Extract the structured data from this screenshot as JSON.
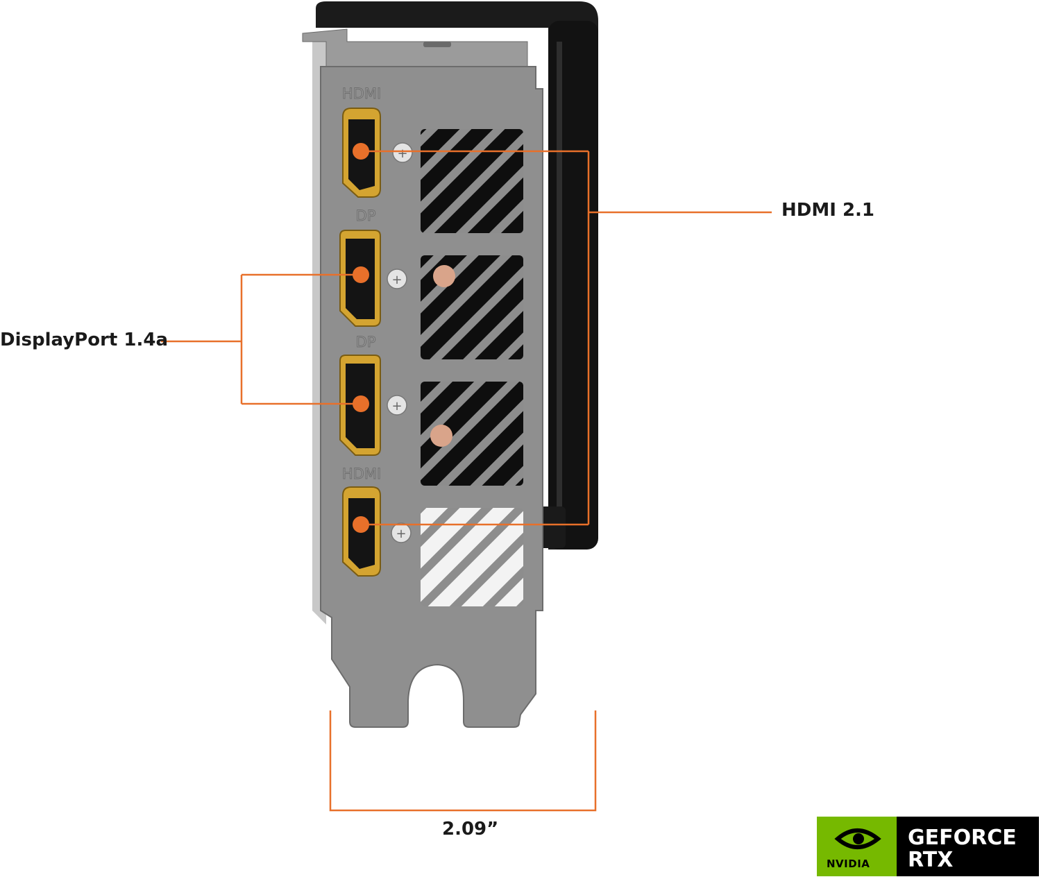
{
  "callouts": {
    "hdmi": "HDMI 2.1",
    "displayport": "DisplayPort 1.4a",
    "width": "2.09”"
  },
  "port_labels": [
    "HDMI",
    "DP",
    "DP",
    "HDMI"
  ],
  "badge": {
    "brand": "NVIDIA",
    "line1": "GEFORCE",
    "line2": "RTX"
  },
  "colors": {
    "accent": "#e8702a",
    "nvidia_green": "#76b900",
    "bracket": "#8f8f8f",
    "connector_gold": "#d4a431"
  }
}
